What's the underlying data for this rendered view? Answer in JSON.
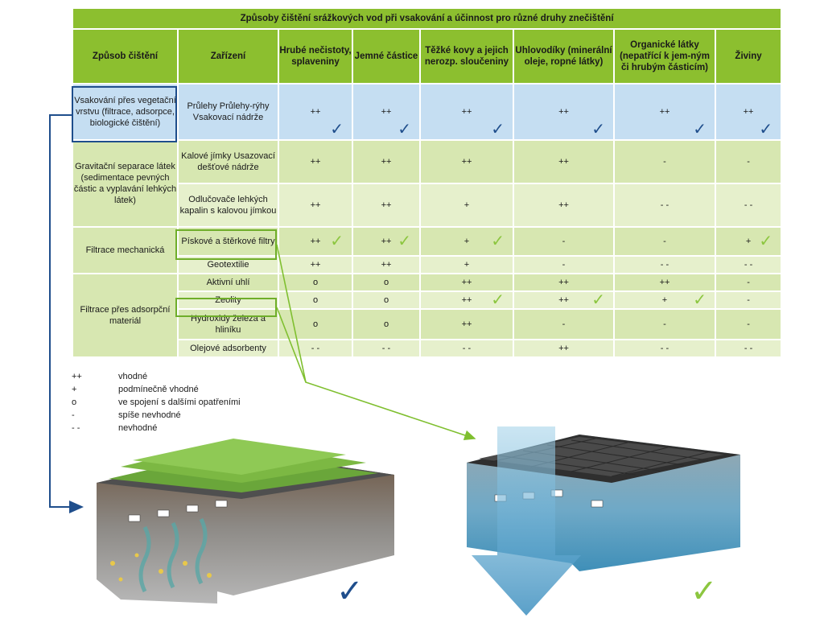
{
  "title": "Způsoby čištění srážkových vod při vsakování a účinnost pro různé druhy znečištění",
  "headers": [
    "Způsob čištění",
    "Zařízení",
    "Hrubé nečistoty, splaveniny",
    "Jemné částice",
    "Těžké kovy a jejich nerozp. sloučeniny",
    "Uhlovodíky (minerální oleje, ropné látky)",
    "Organické látky (nepatřící k jem-ným či hrubým částicím)",
    "Živiny"
  ],
  "methods": {
    "vsak": "Vsakování přes vegetační vrstvu (filtrace, adsorpce, biologické čištění)",
    "grav": "Gravitační separace látek (sedimentace pevných částic a vyplavání lehkých látek)",
    "filtr": "Filtrace mechanická",
    "ads": "Filtrace přes adsorpční materiál"
  },
  "rows": {
    "vsak": {
      "device": "Průlehy Průlehy-rýhy Vsakovací nádrže",
      "values": [
        "++",
        "++",
        "++",
        "++",
        "++",
        "++"
      ],
      "checks": [
        "blue",
        "blue",
        "blue",
        "blue",
        "blue",
        "blue"
      ]
    },
    "kal": {
      "device": "Kalové jímky Usazovací dešťové nádrže",
      "values": [
        "++",
        "++",
        "++",
        "++",
        "-",
        "-"
      ]
    },
    "odl": {
      "device": "Odlučovače lehkých kapalin s kalovou jímkou",
      "values": [
        "++",
        "++",
        "+",
        "++",
        "- -",
        "- -"
      ]
    },
    "pisk": {
      "device": "Pískové a štěrkové filtry",
      "values": [
        "++",
        "++",
        "+",
        "-",
        "-",
        "+"
      ],
      "checks": [
        "green",
        "green",
        "green",
        "",
        "",
        "green"
      ]
    },
    "geo": {
      "device": "Geotextilie",
      "values": [
        "++",
        "++",
        "+",
        "-",
        "- -",
        "- -"
      ]
    },
    "akt": {
      "device": "Aktivní uhlí",
      "values": [
        "o",
        "o",
        "++",
        "++",
        "++",
        "-"
      ]
    },
    "zeo": {
      "device": "Zeolity",
      "values": [
        "o",
        "o",
        "++",
        "++",
        "+",
        "-"
      ],
      "checks": [
        "",
        "",
        "green",
        "green",
        "green",
        ""
      ]
    },
    "hyd": {
      "device": "Hydroxidy železa a hliníku",
      "values": [
        "o",
        "o",
        "++",
        "-",
        "-",
        "-"
      ]
    },
    "olej": {
      "device": "Olejové adsorbenty",
      "values": [
        "- -",
        "- -",
        "- -",
        "++",
        "- -",
        "- -"
      ]
    }
  },
  "legend": [
    {
      "symbol": "++",
      "text": "vhodné"
    },
    {
      "symbol": "+",
      "text": "podmínečně vhodné"
    },
    {
      "symbol": "o",
      "text": "ve spojení s dalšími opatřeními"
    },
    {
      "symbol": "-",
      "text": "spíše nevhodné"
    },
    {
      "symbol": "- -",
      "text": "nevhodné"
    }
  ],
  "colors": {
    "header_green": "#8cbf2f",
    "row_blue": "#c5def2",
    "row_green_dark": "#d7e7b1",
    "row_green_light": "#e6f0cc",
    "check_blue": "#1f4e8c",
    "check_green": "#8cc63f"
  },
  "icons": {
    "check": "✓"
  }
}
